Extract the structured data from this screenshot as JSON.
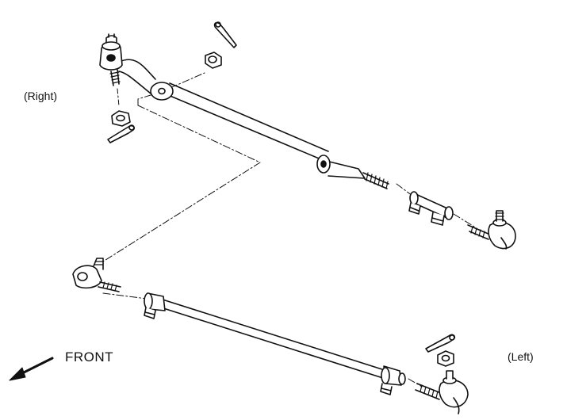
{
  "labels": {
    "right": "(Right)",
    "left": "(Left)",
    "front": "FRONT"
  },
  "colors": {
    "line": "#111111",
    "fill": "#ffffff",
    "background": "#ffffff"
  }
}
